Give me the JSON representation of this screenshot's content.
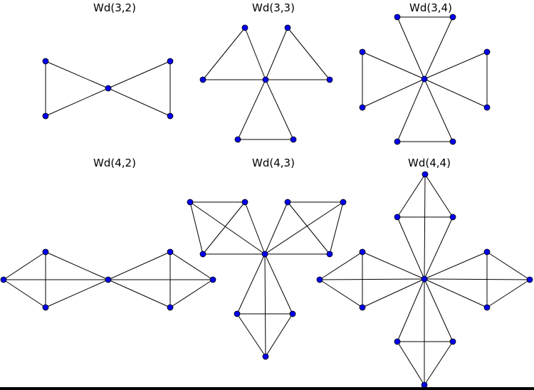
{
  "colors": {
    "node_fill": "#0000ee",
    "edge": "#000000",
    "background": "#ffffff",
    "bottom_bar": "#000000"
  },
  "graphs": [
    {
      "id": "wd32",
      "label": "Wd(3,2)"
    },
    {
      "id": "wd33",
      "label": "Wd(3,3)"
    },
    {
      "id": "wd34",
      "label": "Wd(3,4)"
    },
    {
      "id": "wd42",
      "label": "Wd(4,2)"
    },
    {
      "id": "wd43",
      "label": "Wd(4,3)"
    },
    {
      "id": "wd44",
      "label": "Wd(4,4)"
    }
  ]
}
